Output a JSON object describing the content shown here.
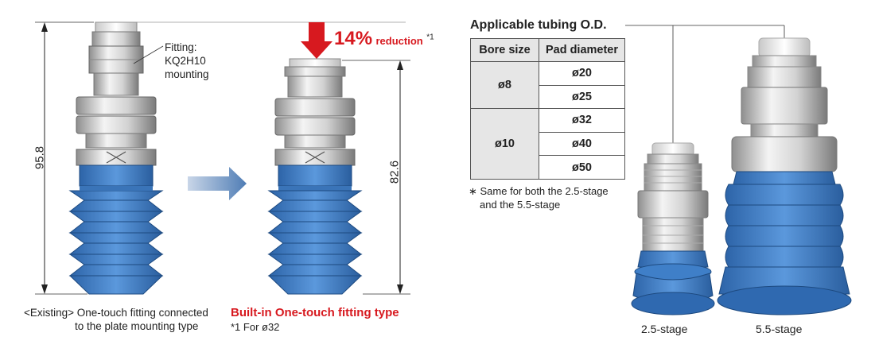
{
  "left_diagram": {
    "dim_height": "95.8",
    "fitting_label_line1": "Fitting:",
    "fitting_label_line2": "KQ2H10",
    "fitting_label_line3": "mounting",
    "caption_line1": "<Existing> One-touch fitting connected",
    "caption_line2": "to the plate mounting type"
  },
  "right_diagram": {
    "dim_height": "82.6",
    "reduction_value": "14%",
    "reduction_label": "reduction",
    "reduction_note_mark": "*1",
    "caption_title": "Built-in One-touch fitting type",
    "footnote": "*1  For ø32"
  },
  "table": {
    "title": "Applicable tubing O.D.",
    "header_bore": "Bore size",
    "header_pad": "Pad diameter",
    "rows": [
      {
        "bore": "ø8",
        "pads": [
          "ø20",
          "ø25"
        ]
      },
      {
        "bore": "ø10",
        "pads": [
          "ø32",
          "ø40",
          "ø50"
        ]
      }
    ],
    "note_line1": "∗  Same for both the 2.5-stage",
    "note_line2": "and the 5.5-stage"
  },
  "products": {
    "small_label": "2.5-stage",
    "large_label": "5.5-stage"
  },
  "colors": {
    "pad_blue": "#3f7fc8",
    "red_accent": "#d7191f",
    "arrow_blue": "#5b84b8",
    "metal": "#d6d6d6"
  }
}
